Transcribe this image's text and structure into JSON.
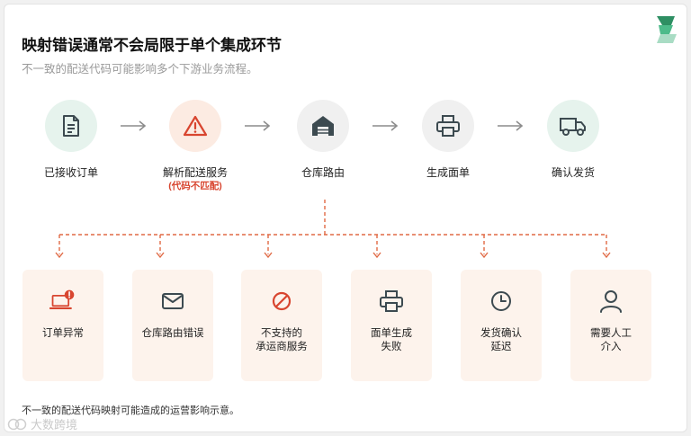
{
  "header": {
    "title": "映射错误通常不会局限于单个集成环节",
    "subtitle": "不一致的配送代码可能影响多个下游业务流程。"
  },
  "colors": {
    "accent_red": "#d8452f",
    "accent_green": "#3aa77a",
    "icon_dark": "#3c4a50",
    "outcome_bg": "#fdf3ec"
  },
  "flow": {
    "steps": [
      {
        "label": "已接收订单",
        "icon": "document-icon",
        "bg": "#e6f3ed"
      },
      {
        "label": "解析配送服务",
        "sub": "(代码不匹配)",
        "icon": "warning-icon",
        "bg": "#fcebe2"
      },
      {
        "label": "仓库路由",
        "icon": "warehouse-icon",
        "bg": "#f0f0f0"
      },
      {
        "label": "生成面单",
        "icon": "printer-icon",
        "bg": "#f0f0f0"
      },
      {
        "label": "确认发货",
        "icon": "truck-icon",
        "bg": "#e6f3ed"
      }
    ]
  },
  "outcomes": [
    {
      "line1": "订单异常",
      "line2": "",
      "icon": "laptop-alert-icon"
    },
    {
      "line1": "仓库路由错误",
      "line2": "",
      "icon": "mail-icon"
    },
    {
      "line1": "不支持的",
      "line2": "承运商服务",
      "icon": "ban-icon"
    },
    {
      "line1": "面单生成",
      "line2": "失败",
      "icon": "printer-icon"
    },
    {
      "line1": "发货确认",
      "line2": "延迟",
      "icon": "clock-icon"
    },
    {
      "line1": "需要人工",
      "line2": "介入",
      "icon": "user-icon"
    }
  ],
  "footnote": "不一致的配送代码映射可能造成的运营影响示意。",
  "watermark": "大数跨境"
}
